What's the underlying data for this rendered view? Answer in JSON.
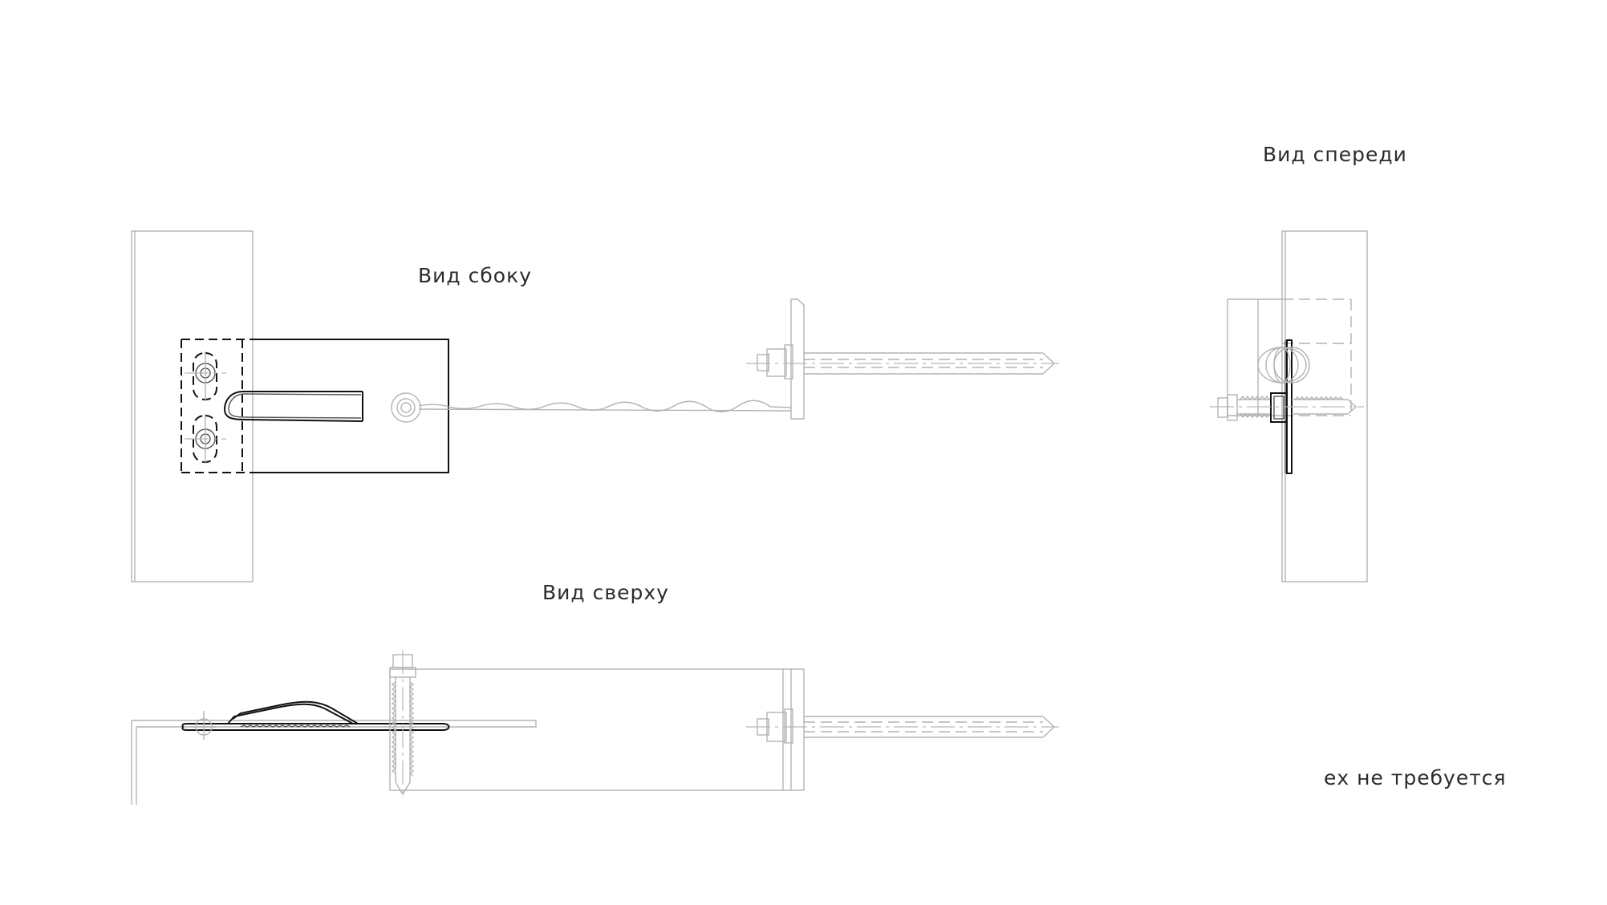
{
  "labels": {
    "side_view": "Вид сбоку",
    "front_view": "Вид спереди",
    "top_view": "Вид сверху",
    "note": "ех не требуется"
  },
  "colors": {
    "background": "#ffffff",
    "main_lines": "#111111",
    "hidden_lines": "#b3b3b3",
    "text": "#2b2b2b"
  }
}
